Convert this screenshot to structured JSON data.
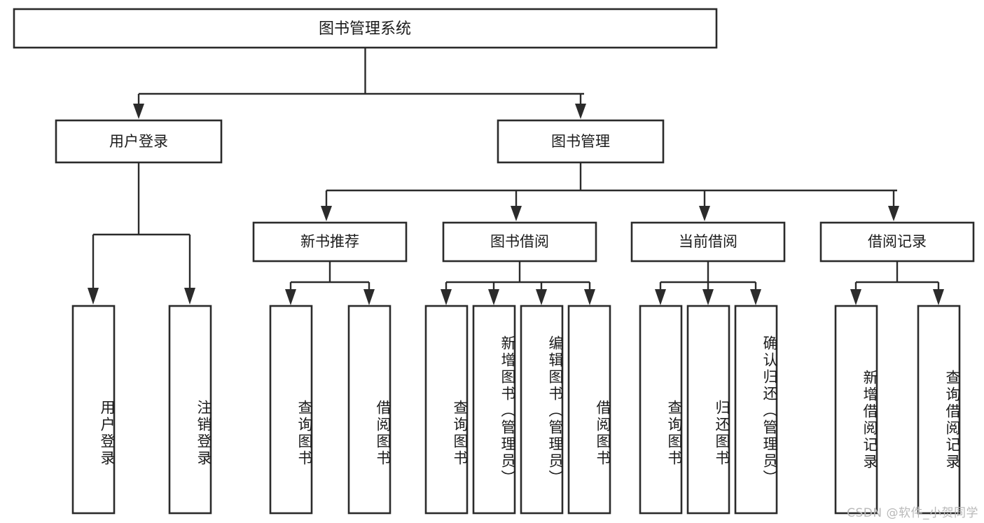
{
  "diagram": {
    "type": "tree",
    "title": "图书管理系统",
    "orientation": "top-down",
    "colors": {
      "box_fill": "#ffffff",
      "box_stroke": "#2b2b2b",
      "text": "#1b1b1b",
      "connector": "#2b2b2b",
      "watermark": "#b9b9b9",
      "background": "#ffffff"
    },
    "root": {
      "label": "图书管理系统"
    },
    "level2": [
      {
        "label": "用户登录"
      },
      {
        "label": "图书管理"
      }
    ],
    "level3": [
      {
        "label": "新书推荐"
      },
      {
        "label": "图书借阅"
      },
      {
        "label": "当前借阅"
      },
      {
        "label": "借阅记录"
      }
    ],
    "leaves": {
      "user_login": [
        {
          "label": "用户登录"
        },
        {
          "label": "注销登录"
        }
      ],
      "new_book": [
        {
          "label": "查询图书"
        },
        {
          "label": "借阅图书"
        }
      ],
      "book_borrow": [
        {
          "label": "查询图书"
        },
        {
          "label": "新增图书（管理员）"
        },
        {
          "label": "编辑图书（管理员）"
        },
        {
          "label": "借阅图书"
        }
      ],
      "current_borrow": [
        {
          "label": "查询图书"
        },
        {
          "label": "归还图书"
        },
        {
          "label": "确认归还（管理员）"
        }
      ],
      "borrow_record": [
        {
          "label": "新增借阅记录"
        },
        {
          "label": "查询借阅记录"
        }
      ]
    },
    "watermark": "CSDN @软件_小贺同学"
  }
}
